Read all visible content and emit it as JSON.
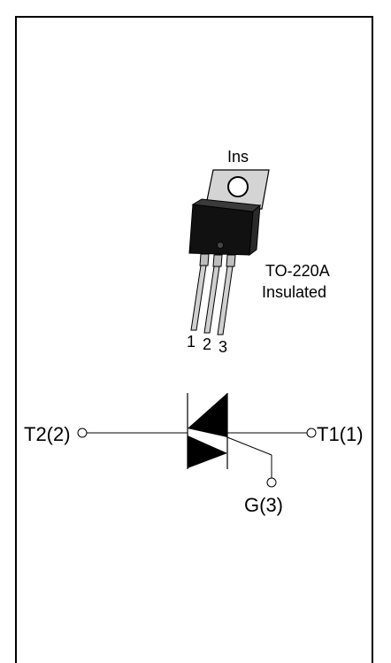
{
  "package": {
    "tab_label": "Ins",
    "name_line1": "TO-220A",
    "name_line2": "Insulated",
    "pin_numbers": [
      "1",
      "2",
      "3"
    ]
  },
  "symbol": {
    "terminal_left": "T2(2)",
    "terminal_right": "T1(1)",
    "terminal_gate": "G(3)"
  }
}
